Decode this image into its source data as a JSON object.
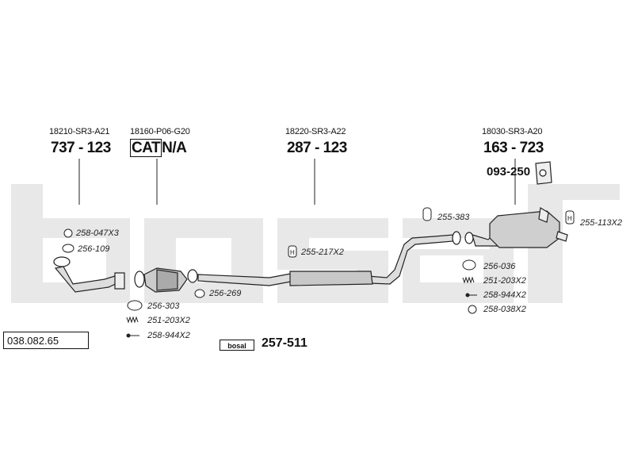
{
  "brand_watermark": "bosal",
  "reference_number": "038.082.65",
  "groups": [
    {
      "oem": "18210-SR3-A21",
      "part": "737 - 123"
    },
    {
      "oem": "18160-P06-G20",
      "cat": "CAT",
      "part": "N/A"
    },
    {
      "oem": "18220-SR3-A22",
      "part": "287 - 123"
    },
    {
      "oem": "18030-SR3-A20",
      "part": "163 - 723"
    }
  ],
  "hanger_part": "093-250",
  "parts": {
    "p1": "258-047X3",
    "p2": "256-109",
    "p3": "256-303",
    "p4": "251-203X2",
    "p5": "258-944X2",
    "p6": "256-269",
    "p7": "255-217X2",
    "p8": "255-383",
    "p9": "255-113X2",
    "p10": "256-036",
    "p11": "251-203X2",
    "p12": "258-944X2",
    "p13": "258-038X2"
  },
  "kit": {
    "logo": "bosal",
    "part": "257-511"
  },
  "colors": {
    "watermark": "#e6e6e6",
    "line": "#222222",
    "pipe_fill": "#d8d8d8"
  }
}
